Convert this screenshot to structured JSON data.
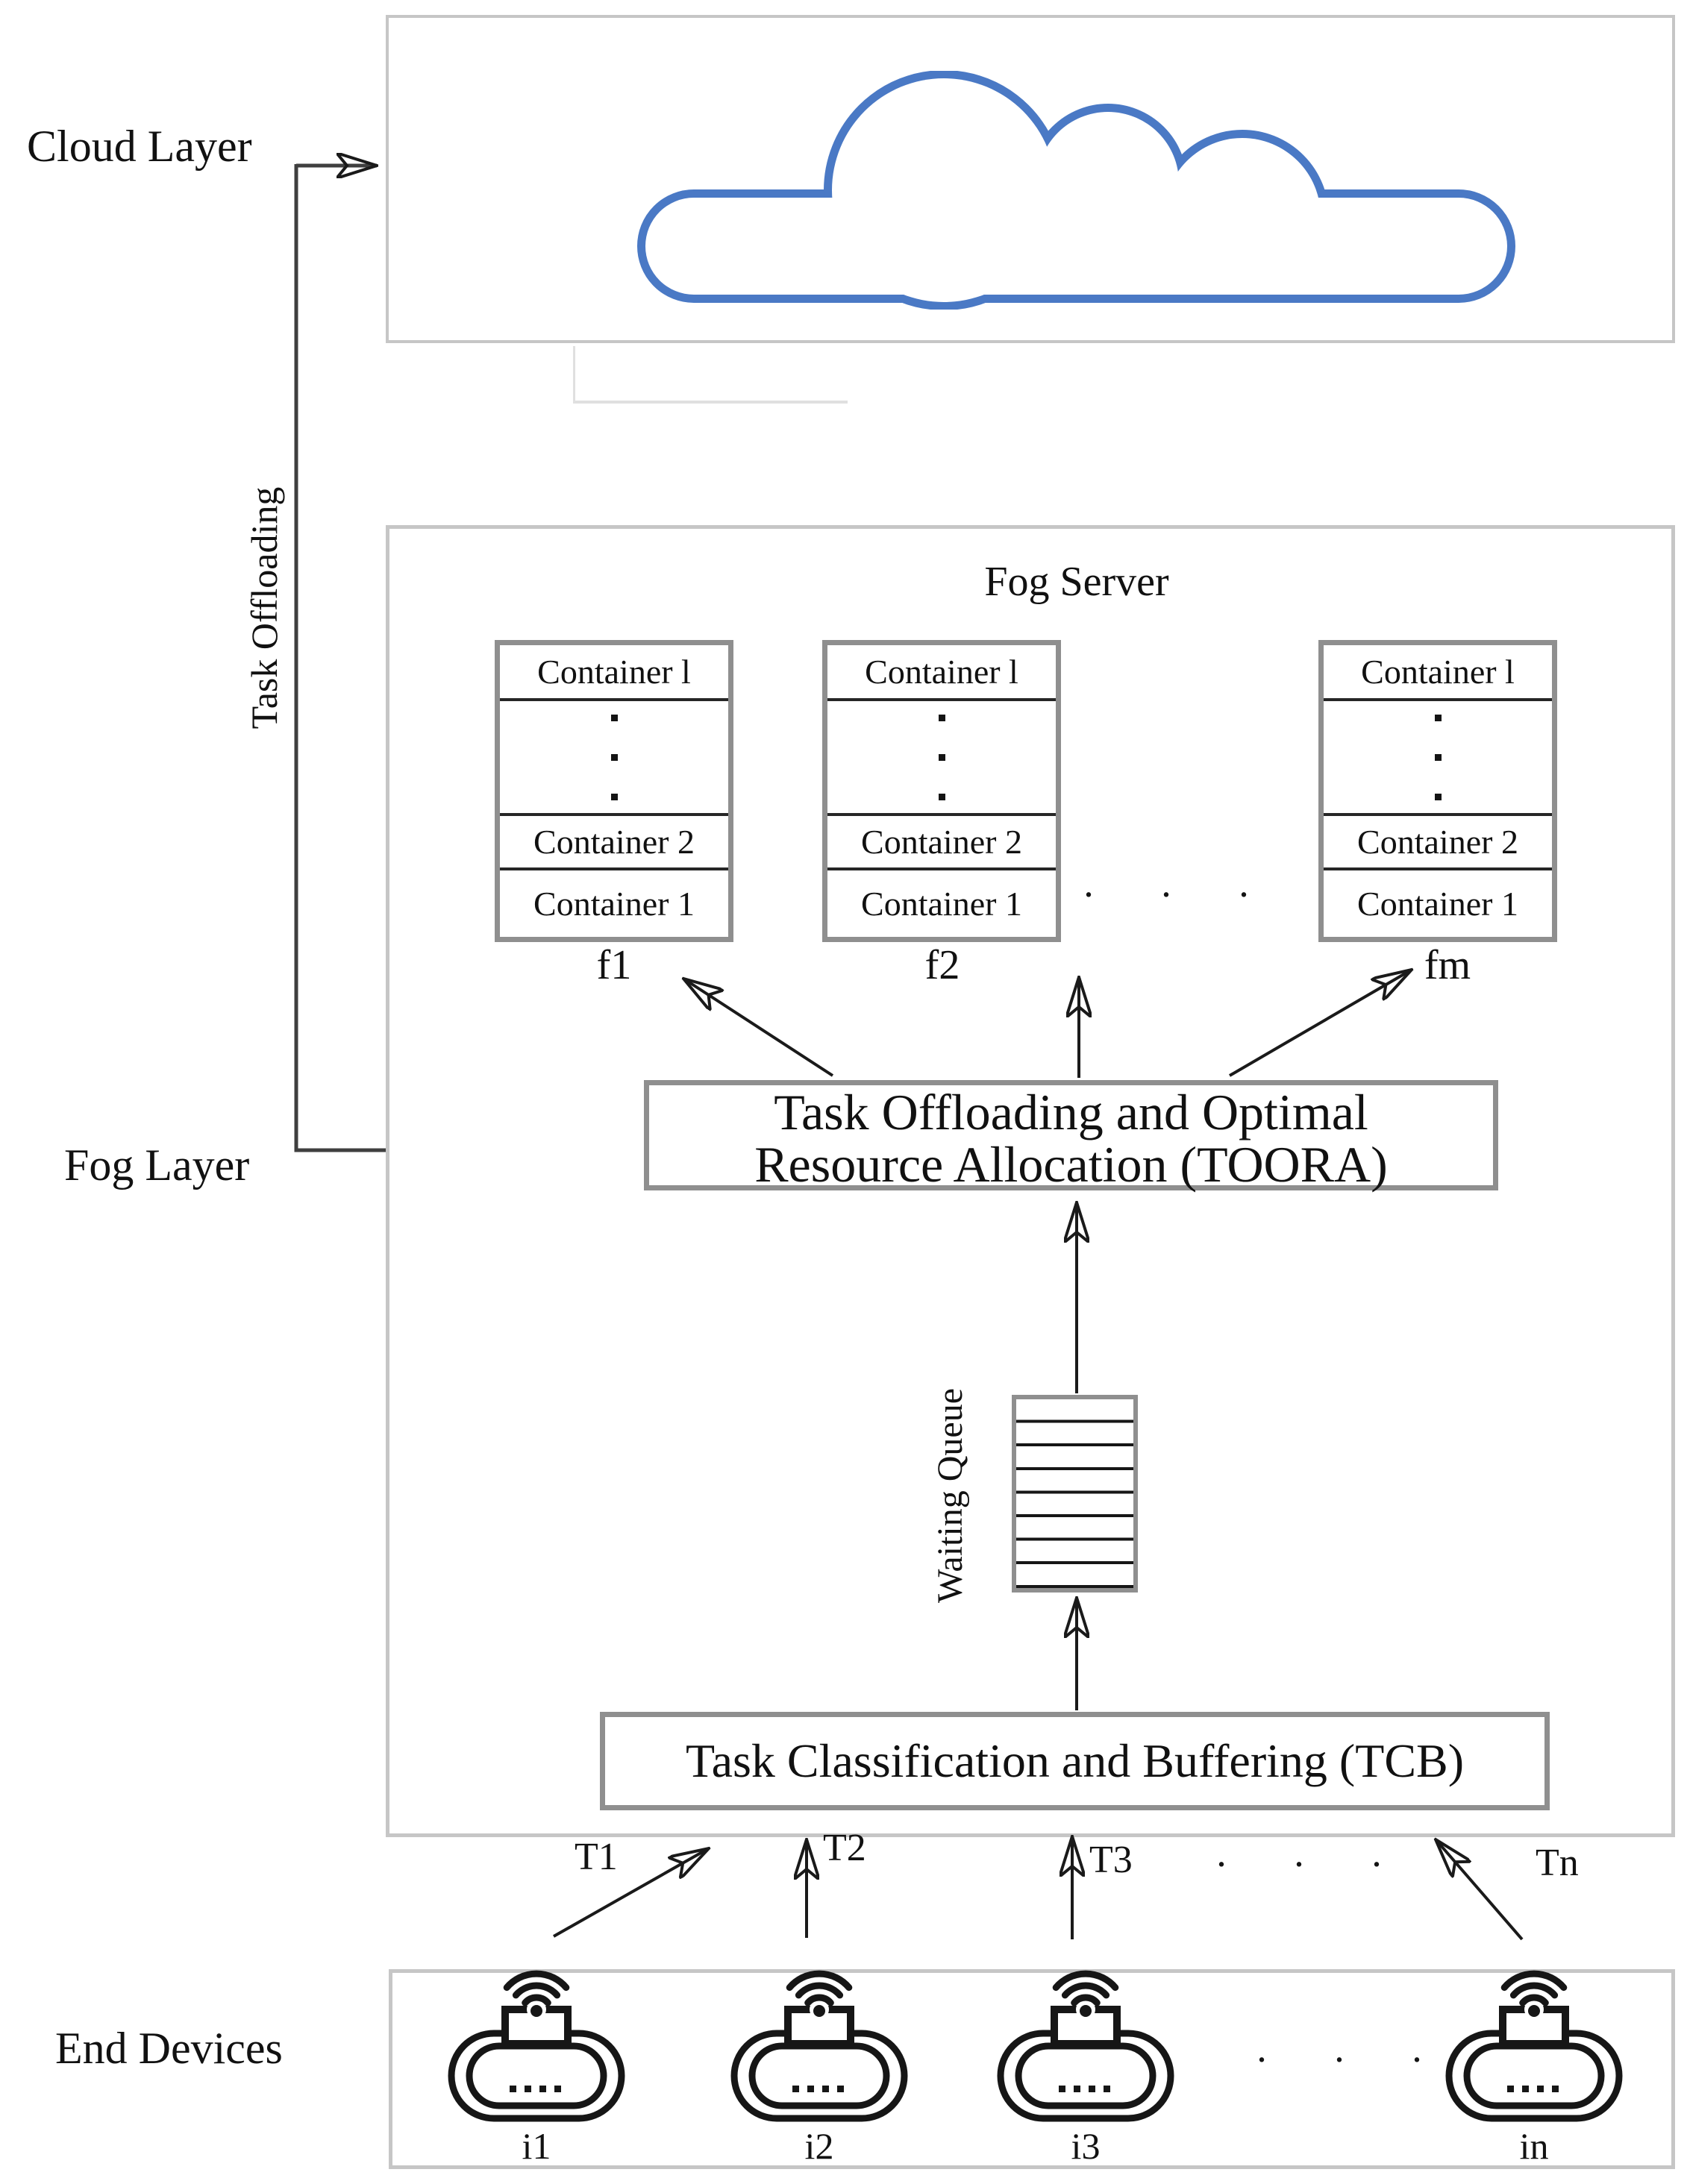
{
  "layers": {
    "cloud_label": "Cloud Layer",
    "fog_label": "Fog Layer",
    "end_devices_label": "End Devices"
  },
  "edge_labels": {
    "task_offloading": "Task Offloading"
  },
  "fog": {
    "title": "Fog Server",
    "nodes": [
      {
        "name": "f1"
      },
      {
        "name": "f2"
      },
      {
        "name": "fm"
      }
    ],
    "container_rows": {
      "top": "Container l",
      "second": "Container 2",
      "first": "Container 1"
    },
    "nodes_ellipsis": "···",
    "toora_line1": "Task Offloading and Optimal",
    "toora_line2": "Resource Allocation (TOORA)",
    "waiting_queue_label": "Waiting Queue",
    "tcb_label": "Task Classification and Buffering (TCB)"
  },
  "tasks": {
    "items": [
      {
        "name": "T1"
      },
      {
        "name": "T2"
      },
      {
        "name": "T3"
      },
      {
        "name": "Tn"
      }
    ],
    "ellipsis": "···"
  },
  "devices": {
    "items": [
      {
        "name": "i1"
      },
      {
        "name": "i2"
      },
      {
        "name": "i3"
      },
      {
        "name": "in"
      }
    ],
    "ellipsis": "···"
  },
  "colors": {
    "cloud_stroke": "#4a79c5",
    "outer_box_border": "#c6c6c6",
    "inner_box_border": "#8f8f8f",
    "line": "#1a1a1a"
  }
}
